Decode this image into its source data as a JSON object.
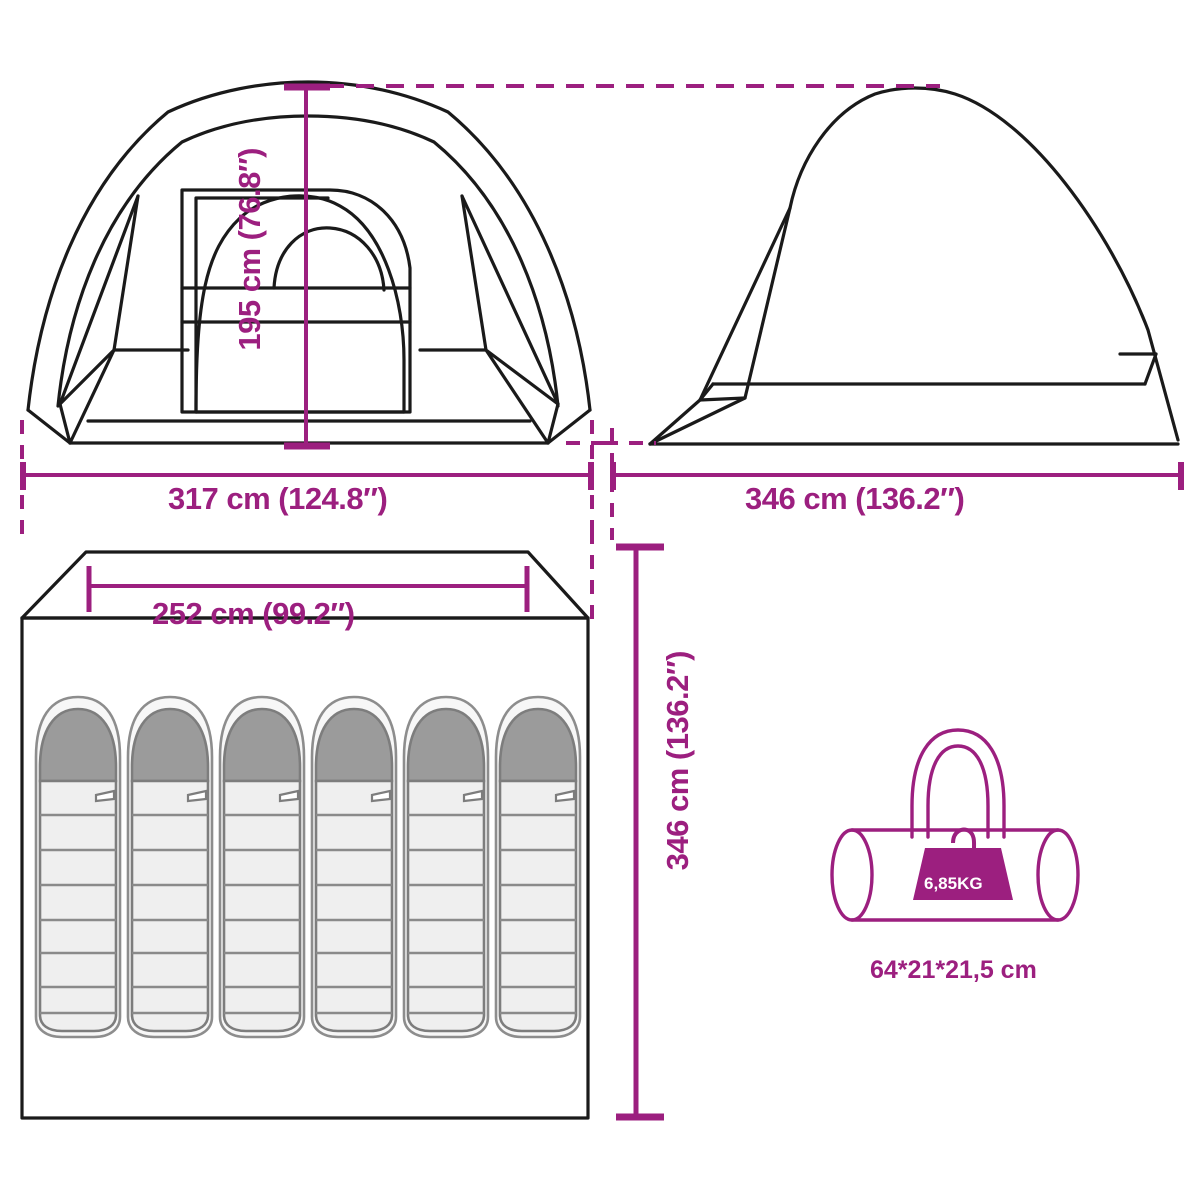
{
  "diagram": {
    "title": "Tent dimension diagram",
    "accent_color": "#9c1f7f",
    "line_color": "#1a1a1a",
    "background_color": "#ffffff",
    "bag_fill_color": "#9c1f7f",
    "sleeping_bag_body_color": "#efefef",
    "sleeping_bag_hood_color": "#9b9b9b",
    "sleeping_bag_outline_color": "#7d7d7d"
  },
  "views": {
    "front": {
      "name": "front-elevation",
      "width_label": "317 cm (124.8″)",
      "height_label": "195 cm (76.8″)"
    },
    "side": {
      "name": "side-elevation",
      "width_label": "346 cm (136.2″)"
    },
    "floor": {
      "name": "floor-plan",
      "width_label": "252 cm (99.2″)",
      "depth_label": "346 cm (136.2″)",
      "sleeping_bag_count": 6
    },
    "bag": {
      "name": "carry-bag",
      "weight_label": "6,85KG",
      "dimensions_label": "64*21*21,5 cm"
    }
  },
  "measurements": [
    {
      "id": "front-width",
      "value": 317,
      "unit": "cm",
      "inches": 124.8,
      "label": "317 cm (124.8″)"
    },
    {
      "id": "front-height",
      "value": 195,
      "unit": "cm",
      "inches": 76.8,
      "label": "195 cm (76.8″)"
    },
    {
      "id": "side-width",
      "value": 346,
      "unit": "cm",
      "inches": 136.2,
      "label": "346 cm (136.2″)"
    },
    {
      "id": "floor-width",
      "value": 252,
      "unit": "cm",
      "inches": 99.2,
      "label": "252 cm (99.2″)"
    },
    {
      "id": "floor-depth",
      "value": 346,
      "unit": "cm",
      "inches": 136.2,
      "label": "346 cm (136.2″)"
    },
    {
      "id": "bag-weight",
      "value": 6.85,
      "unit": "KG",
      "label": "6,85KG"
    },
    {
      "id": "bag-size",
      "label": "64*21*21,5 cm"
    }
  ]
}
